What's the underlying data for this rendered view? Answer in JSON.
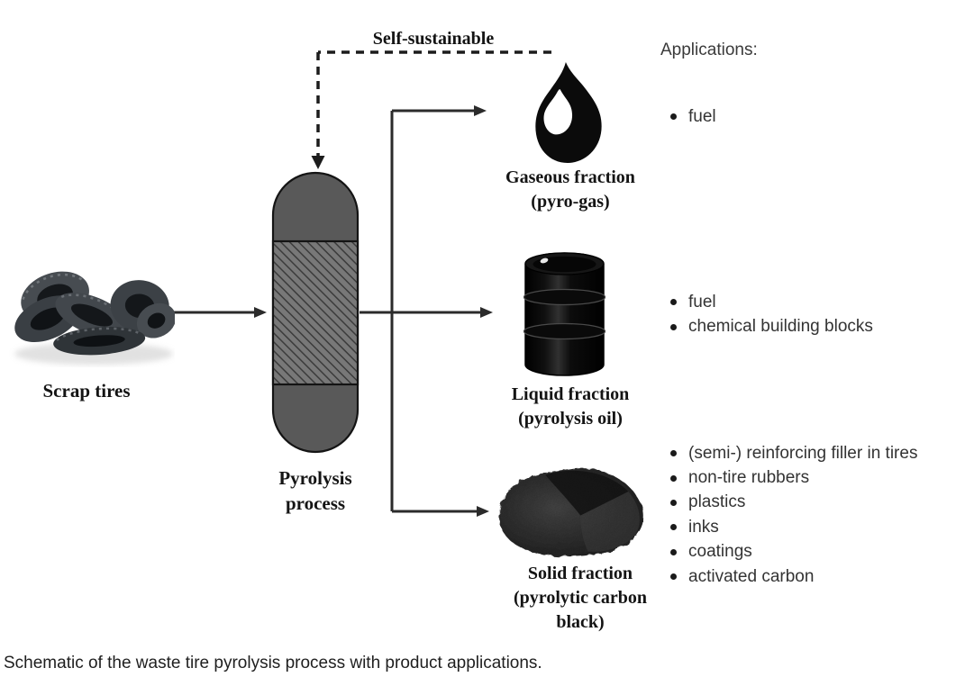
{
  "figure": {
    "self_sustainable_label": "Self-sustainable",
    "applications_header": "Applications:",
    "caption": "Schematic of the waste tire pyrolysis process with product applications.",
    "scrap_tires_label": "Scrap tires",
    "reactor_label_line1": "Pyrolysis",
    "reactor_label_line2": "process",
    "fractions": {
      "gaseous": {
        "label_line1": "Gaseous fraction",
        "label_line2": "(pyro-gas)",
        "applications": [
          "fuel"
        ]
      },
      "liquid": {
        "label_line1": "Liquid fraction",
        "label_line2": "(pyrolysis oil)",
        "applications": [
          "fuel",
          "chemical building blocks"
        ]
      },
      "solid": {
        "label_line1": "Solid fraction",
        "label_line2": "(pyrolytic carbon",
        "label_line3": "black)",
        "applications": [
          "(semi-) reinforcing filler in tires",
          "non-tire rubbers",
          "plastics",
          "inks",
          "coatings",
          "activated carbon"
        ]
      }
    },
    "icons": {
      "flame": "flame-icon",
      "barrel": "oil-barrel-icon",
      "carbon_pile": "carbon-black-pile-icon",
      "tires": "scrap-tires-photo"
    },
    "colors": {
      "ink": "#2b2b2b",
      "label_text": "#141414",
      "list_text": "#333333",
      "reactor_fill": "#595959",
      "background": "#ffffff"
    }
  }
}
